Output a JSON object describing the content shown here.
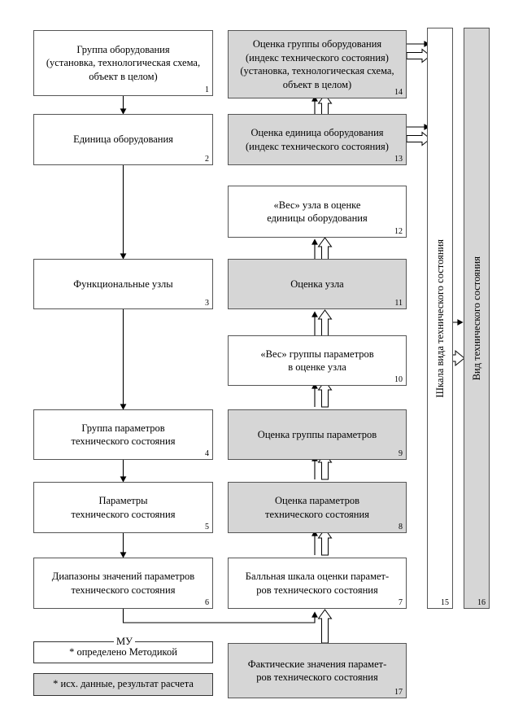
{
  "diagram": {
    "title_present": false,
    "colors": {
      "gray_fill": "#d6d6d6",
      "white_fill": "#ffffff",
      "line": "#333333",
      "box_border": "#555555"
    },
    "left_column": [
      {
        "id": "1",
        "number": "1",
        "fill": "white",
        "lines": [
          "Группа оборудования",
          "(установка, технологическая схема,",
          "объект в целом)"
        ]
      },
      {
        "id": "2",
        "number": "2",
        "fill": "white",
        "lines": [
          "Единица оборудования"
        ]
      },
      {
        "id": "3",
        "number": "3",
        "fill": "white",
        "lines": [
          "Функциональные узлы"
        ]
      },
      {
        "id": "4",
        "number": "4",
        "fill": "white",
        "lines": [
          "Группа параметров",
          "технического состояния"
        ]
      },
      {
        "id": "5",
        "number": "5",
        "fill": "white",
        "lines": [
          "Параметры",
          "технического состояния"
        ]
      },
      {
        "id": "6",
        "number": "6",
        "fill": "white",
        "lines": [
          "Диапазоны значений параметров",
          "технического состояния"
        ]
      }
    ],
    "right_column": [
      {
        "id": "14",
        "number": "14",
        "fill": "gray",
        "lines": [
          "Оценка группы оборудования",
          "(индекс технического состояния)",
          "(установка, технологическая схема,",
          "объект в целом)"
        ]
      },
      {
        "id": "13",
        "number": "13",
        "fill": "gray",
        "lines": [
          "Оценка единица оборудования",
          "(индекс технического состояния)"
        ]
      },
      {
        "id": "12",
        "number": "12",
        "fill": "white",
        "lines": [
          "«Вес» узла в оценке",
          "единицы оборудования"
        ]
      },
      {
        "id": "11",
        "number": "11",
        "fill": "gray",
        "lines": [
          "Оценка узла"
        ]
      },
      {
        "id": "10",
        "number": "10",
        "fill": "white",
        "lines": [
          "«Вес» группы параметров",
          "в оценке узла"
        ]
      },
      {
        "id": "9",
        "number": "9",
        "fill": "gray",
        "lines": [
          "Оценка группы параметров"
        ]
      },
      {
        "id": "8",
        "number": "8",
        "fill": "gray",
        "lines": [
          "Оценка параметров",
          "технического состояния"
        ]
      },
      {
        "id": "7",
        "number": "7",
        "fill": "white",
        "lines": [
          "Балльная шкала оценки парамет-",
          "ров технического состояния"
        ]
      },
      {
        "id": "17",
        "number": "17",
        "fill": "gray",
        "lines": [
          "Фактические значения парамет-",
          "ров технического состояния"
        ]
      }
    ],
    "vertical_column": [
      {
        "id": "15",
        "number": "15",
        "fill": "white",
        "label": "Шкала вида технического состояния"
      },
      {
        "id": "16",
        "number": "16",
        "fill": "gray",
        "label": "Вид технического состояния"
      }
    ],
    "legend": {
      "caption": "МУ",
      "white_note": "* определено Методикой",
      "gray_note": "* исх. данные, результат расчета"
    }
  }
}
